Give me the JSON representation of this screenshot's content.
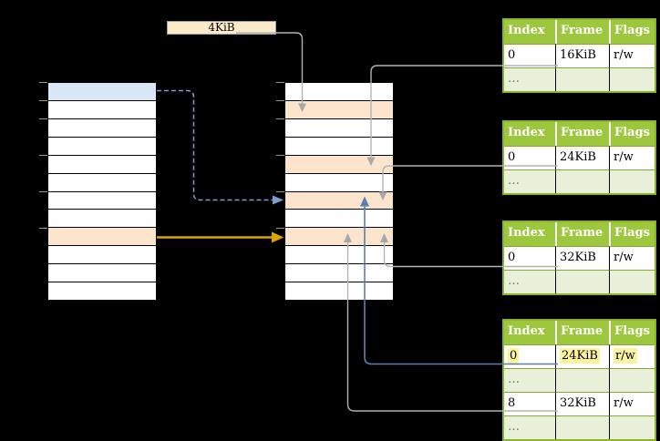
{
  "size_label": "4KiB",
  "colors": {
    "background": "#000000",
    "row_blue": "#d9e7f6",
    "row_orange": "#fce4cd",
    "box_cream": "#fcebc9",
    "table_header_green": "#9dc73c",
    "table_row_green": "#e9f0d9",
    "table_border_green": "#8bb42d",
    "highlight_yellow": "#fbf3a0",
    "arrow_gray": "#b3b3b3",
    "arrow_blue": "#5b7fb4",
    "arrow_blue_dashed": "#7da0d4",
    "arrow_orange": "#dda301"
  },
  "virtual_memory_column": {
    "row_count": 12,
    "blue_rows": [
      0
    ],
    "orange_rows": [
      8
    ],
    "tick_rows": [
      0,
      1,
      2,
      4,
      6,
      8
    ]
  },
  "physical_memory_column": {
    "row_count": 12,
    "blue_rows": [],
    "orange_rows": [
      1,
      4,
      6,
      8
    ],
    "tick_rows": [
      0,
      1,
      2,
      4,
      6,
      8
    ]
  },
  "page_tables": [
    {
      "name": "page-table-16kib",
      "headers": [
        "Index",
        "Frame",
        "Flags"
      ],
      "rows": [
        {
          "variant": "data",
          "highlight": false,
          "cells": [
            "0",
            "16KiB",
            "r/w"
          ]
        },
        {
          "variant": "ellipsis",
          "highlight": false,
          "cells": [
            "…",
            "",
            ""
          ]
        }
      ]
    },
    {
      "name": "page-table-24kib",
      "headers": [
        "Index",
        "Frame",
        "Flags"
      ],
      "rows": [
        {
          "variant": "data",
          "highlight": false,
          "cells": [
            "0",
            "24KiB",
            "r/w"
          ]
        },
        {
          "variant": "ellipsis",
          "highlight": false,
          "cells": [
            "…",
            "",
            ""
          ]
        }
      ]
    },
    {
      "name": "page-table-32kib",
      "headers": [
        "Index",
        "Frame",
        "Flags"
      ],
      "rows": [
        {
          "variant": "data",
          "highlight": false,
          "cells": [
            "0",
            "32KiB",
            "r/w"
          ]
        },
        {
          "variant": "ellipsis",
          "highlight": false,
          "cells": [
            "…",
            "",
            ""
          ]
        }
      ]
    },
    {
      "name": "page-table-level2",
      "headers": [
        "Index",
        "Frame",
        "Flags"
      ],
      "rows": [
        {
          "variant": "data",
          "highlight": true,
          "cells": [
            "0",
            "24KiB",
            "r/w"
          ]
        },
        {
          "variant": "ellipsis",
          "highlight": false,
          "cells": [
            "…",
            "",
            ""
          ]
        },
        {
          "variant": "data",
          "highlight": false,
          "cells": [
            "8",
            "32KiB",
            "r/w"
          ]
        },
        {
          "variant": "ellipsis",
          "highlight": false,
          "cells": [
            "…",
            "",
            ""
          ]
        }
      ]
    }
  ]
}
